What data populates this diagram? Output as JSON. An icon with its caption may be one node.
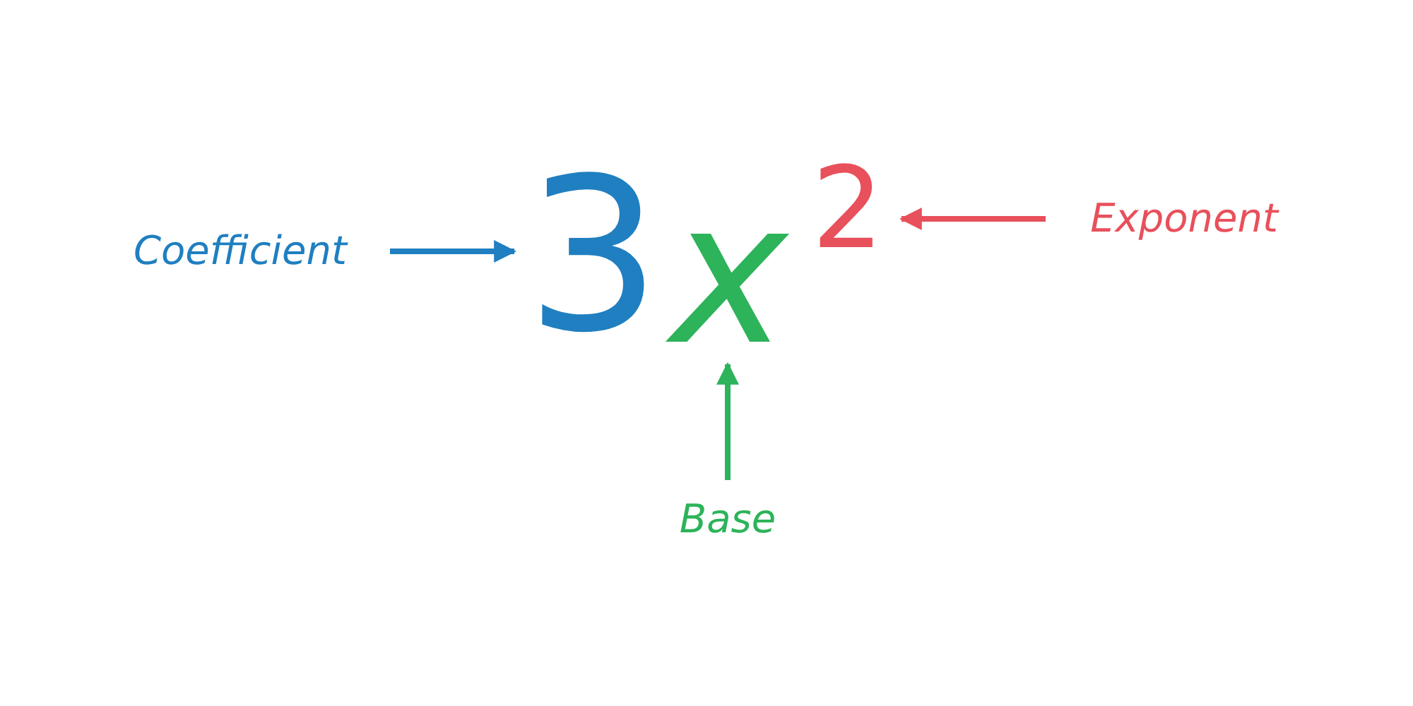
{
  "diagram": {
    "nodes": [
      {
        "text": [
          "Coefficient"
        ]
      },
      {
        "text": [
          "3"
        ]
      },
      {
        "text": [
          "x"
        ]
      },
      {
        "text": [
          "2"
        ]
      },
      {
        "text": [
          "Exponent"
        ]
      },
      {
        "text": [
          "Base"
        ]
      }
    ],
    "edges": [
      {
        "from": 0,
        "to": 1,
        "arrow": "to",
        "color": "#1f7fc0"
      },
      {
        "from": 4,
        "to": 3,
        "arrow": "to",
        "color": "#e8505b"
      },
      {
        "from": 5,
        "to": 2,
        "arrow": "to",
        "color": "#2db35a"
      }
    ]
  }
}
